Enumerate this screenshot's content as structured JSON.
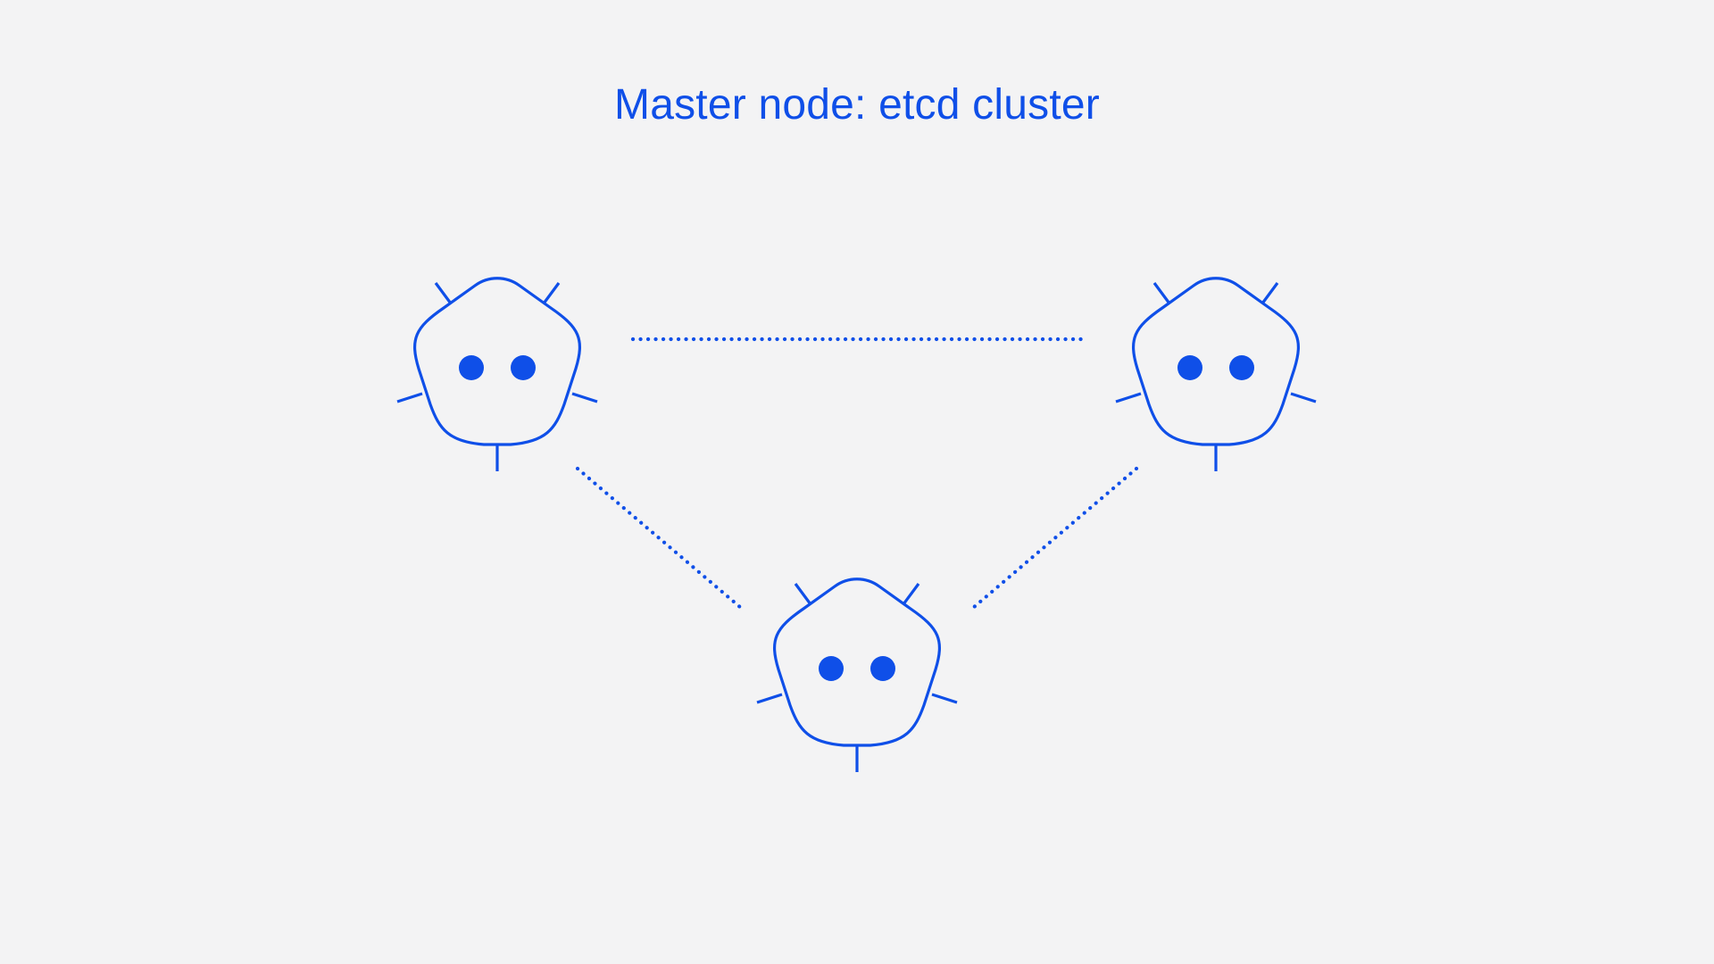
{
  "diagram": {
    "title": "Master node: etcd cluster",
    "colors": {
      "accent": "#0f4fe8",
      "background": "#f3f3f4"
    },
    "nodes": [
      {
        "id": "etcd-node-1",
        "icon": "etcd-robot-icon"
      },
      {
        "id": "etcd-node-2",
        "icon": "etcd-robot-icon"
      },
      {
        "id": "etcd-node-3",
        "icon": "etcd-robot-icon"
      }
    ],
    "connections": [
      {
        "from": "etcd-node-1",
        "to": "etcd-node-2",
        "style": "dotted"
      },
      {
        "from": "etcd-node-1",
        "to": "etcd-node-3",
        "style": "dotted"
      },
      {
        "from": "etcd-node-2",
        "to": "etcd-node-3",
        "style": "dotted"
      }
    ]
  }
}
